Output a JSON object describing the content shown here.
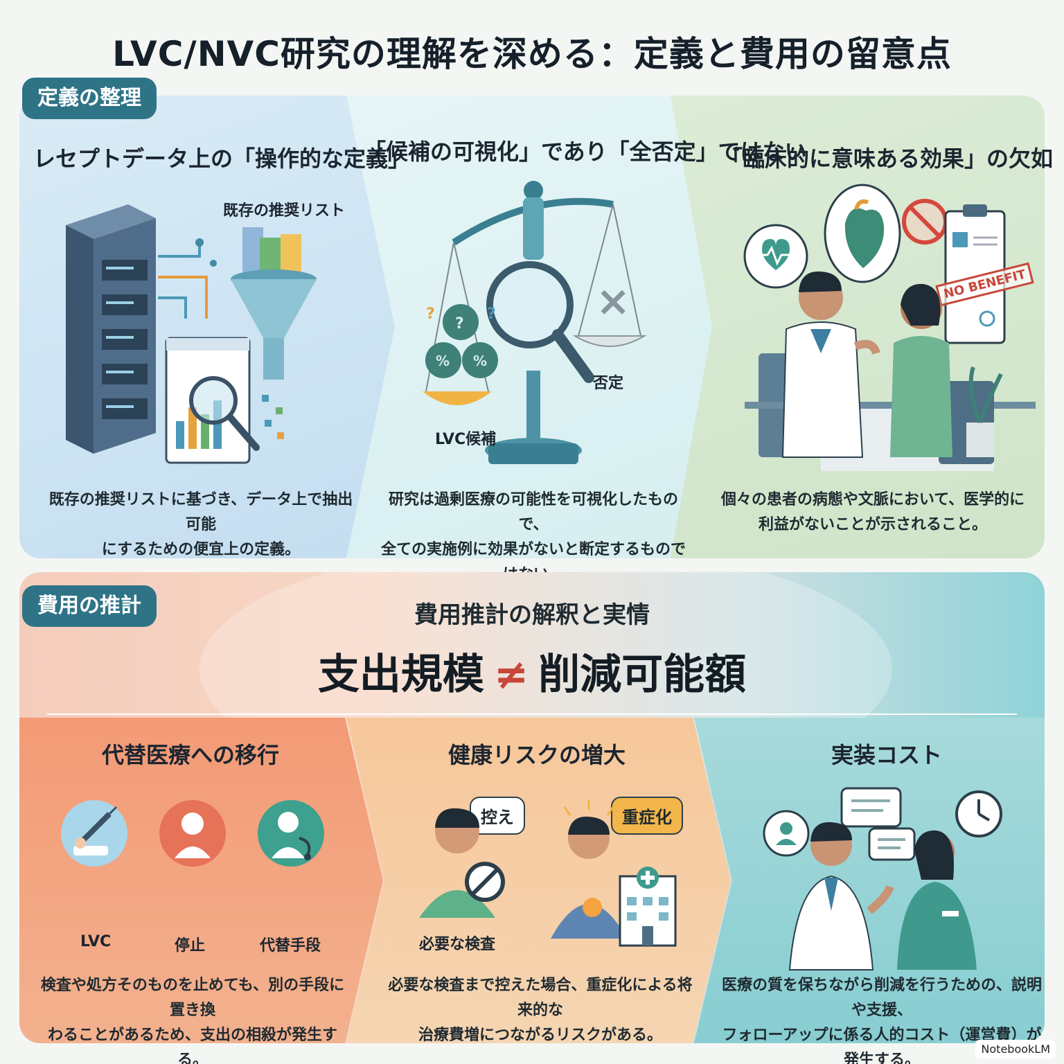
{
  "title": "LVC/NVC研究の理解を深める：定義と費用の留意点",
  "section_definitions": {
    "badge": "定義の整理",
    "panels": [
      {
        "title": "レセプトデータ上の「操作的な定義」",
        "label": "既存の推奨リスト",
        "body_line1": "既存の推奨リストに基づき、データ上で抽出可能",
        "body_line2": "にするための便宜上の定義。"
      },
      {
        "title": "「候補の可視化」であり「全否定」ではない",
        "label_left": "LVC候補",
        "label_right": "否定",
        "body_line1": "研究は過剰医療の可能性を可視化したもので、",
        "body_line2": "全ての実施例に効果がないと断定するものではない。"
      },
      {
        "title": "「臨床的に意味ある効果」の欠如",
        "stamp": "NO BENEFIT",
        "body_line1": "個々の患者の病態や文脈において、医学的に",
        "body_line2": "利益がないことが示されること。"
      }
    ]
  },
  "section_costs": {
    "badge": "費用の推計",
    "subtitle": "費用推計の解釈と実情",
    "headline_left": "支出規模",
    "headline_op": "≠",
    "headline_right": "削減可能額",
    "panels": [
      {
        "title": "代替医療への移行",
        "icons": [
          "LVC",
          "停止",
          "代替手段"
        ],
        "body_line1": "検査や処方そのものを止めても、別の手段に置き換",
        "body_line2": "わることがあるため、支出の相殺が発生する。"
      },
      {
        "title": "健康リスクの増大",
        "bubble_left": "控え",
        "bubble_right": "重症化",
        "label": "必要な検査",
        "body_line1": "必要な検査まで控えた場合、重症化による将来的な",
        "body_line2": "治療費増につながるリスクがある。"
      },
      {
        "title": "実装コスト",
        "body_line1": "医療の質を保ちながら削減を行うための、説明や支援、",
        "body_line2": "フォローアップに係る人的コスト（運営費）が発生する。"
      }
    ]
  },
  "watermark": "NotebookLM",
  "colors": {
    "badge": "#2f7387",
    "definitions_panel1": "#c4def0",
    "definitions_panel2": "#d6eef0",
    "definitions_panel3": "#cfe4c9",
    "costs_panel1": "#f39a75",
    "costs_panel2": "#f6c79a",
    "costs_panel3": "#88cdd1",
    "neq": "#c8463a"
  }
}
